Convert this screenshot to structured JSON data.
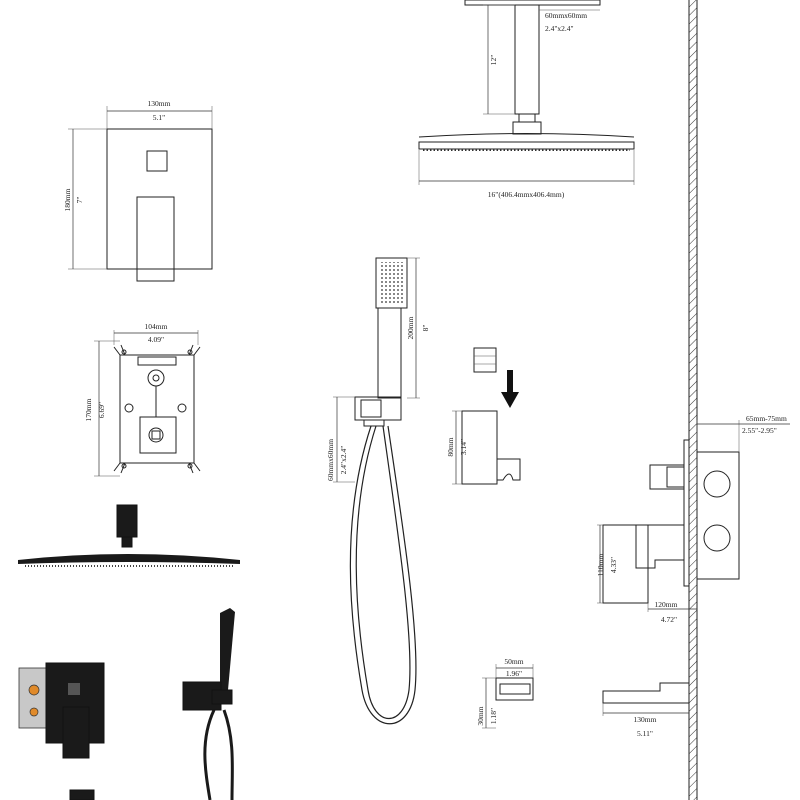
{
  "dimensions": {
    "panel_width_mm": "130mm",
    "panel_width_in": "5.1\"",
    "panel_height_mm": "180mm",
    "panel_height_in": "7\"",
    "valve_width_mm": "104mm",
    "valve_width_in": "4.09\"",
    "valve_height_mm": "170mm",
    "valve_height_in": "6.69\"",
    "arm_base_mm": "60mmx60mm",
    "arm_base_in": "2.4\"x2.4\"",
    "arm_length_in": "12\"",
    "head_size": "16\"(406.4mmx406.4mm)",
    "handheld_length_mm": "200mm",
    "handheld_length_in": "8\"",
    "holder_base_mm": "60mmx60mm",
    "holder_base_in": "2.4\"x2.4\"",
    "bracket_height_mm": "80mm",
    "bracket_height_in": "3.14\"",
    "connector_width_mm": "50mm",
    "connector_width_in": "1.96\"",
    "connector_height_mm": "30mm",
    "connector_height_in": "1.18\"",
    "wall_depth_mm": "65mm-75mm",
    "wall_depth_in": "2.55\"-2.95\"",
    "side_height_mm": "110mm",
    "side_height_in": "4.33\"",
    "side_depth_mm": "120mm",
    "side_depth_in": "4.72\"",
    "spout_length_mm": "130mm",
    "spout_length_in": "5.11\""
  },
  "colors": {
    "line": "#222222",
    "finish": "#1a1a1a",
    "background": "#ffffff"
  }
}
